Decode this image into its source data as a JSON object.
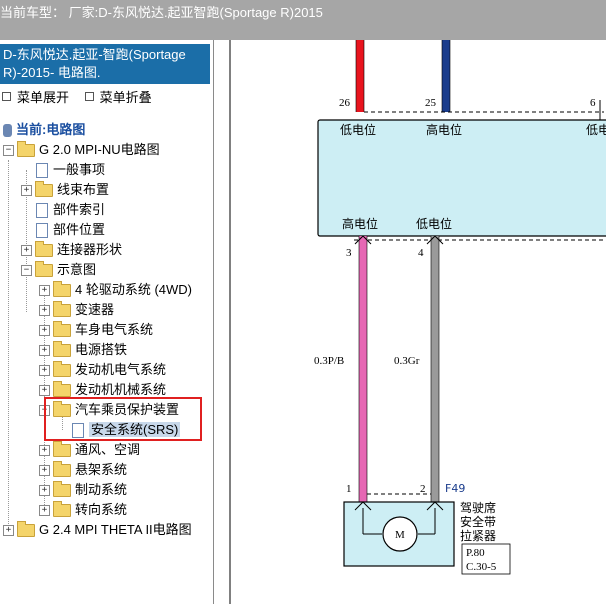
{
  "topbar": {
    "label": "当前车型：  厂家:D-东风悦达.起亚智跑(Sportage R)2015"
  },
  "sidebar": {
    "title": "D-东风悦达.起亚-智跑(Sportage R)-2015- 电路图.",
    "expand_label": "菜单展开",
    "collapse_label": "菜单折叠",
    "current_label": "当前:电路图",
    "tree": {
      "g20": "G 2.0 MPI-NU电路图",
      "general": "一般事项",
      "harness": "线束布置",
      "parts_index": "部件索引",
      "parts_location": "部件位置",
      "connector": "连接器形状",
      "schematic": "示意图",
      "awd": "4 轮驱动系统 (4WD)",
      "transmission": "变速器",
      "body_electric": "车身电气系统",
      "power_ground": "电源搭铁",
      "engine_electric": "发动机电气系统",
      "engine_mech": "发动机机械系统",
      "occupant_protection": "汽车乘员保护装置",
      "srs": "安全系统(SRS)",
      "hvac": "通风、空调",
      "suspension": "悬架系统",
      "brake": "制动系统",
      "steering": "转向系统",
      "g24": "G 2.4 MPI THETA II电路图"
    }
  },
  "diagram": {
    "pins": {
      "p26": "26",
      "p25": "25",
      "p6": "6",
      "p3": "3",
      "p4": "4",
      "p1": "1",
      "p2": "2"
    },
    "levels": {
      "top_left": "低电位",
      "top_mid": "高电位",
      "top_right": "低电",
      "bottom_left": "高电位",
      "bottom_right": "低电位"
    },
    "wires": {
      "w3": "0.3P/B",
      "w4": "0.3Gr"
    },
    "connector": "F49",
    "component_line1": "驾驶席",
    "component_line2": "安全带",
    "component_line3": "拉紧器",
    "motor": "M",
    "ref_line1": "P.80",
    "ref_line2": "C.30-5",
    "colors": {
      "red": "#e8141e",
      "blue": "#1a3c8c",
      "pink": "#e667b4",
      "gray": "#9a9a9a",
      "module": "#cdeef4"
    }
  }
}
